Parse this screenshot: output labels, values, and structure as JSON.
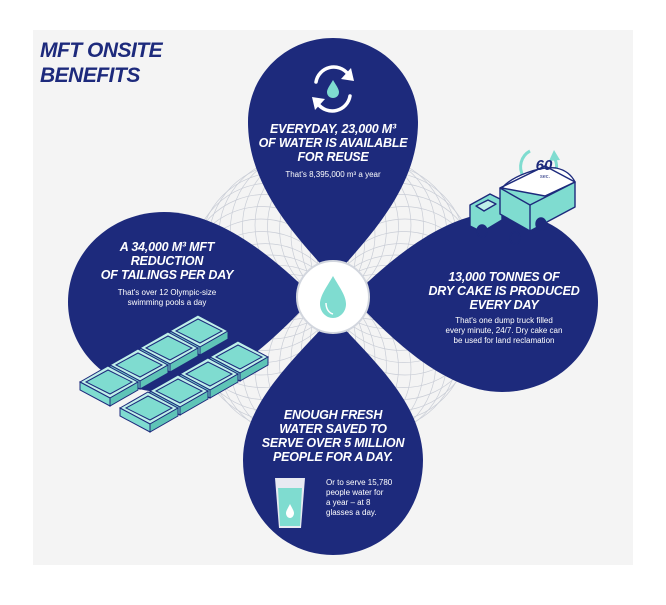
{
  "title": "MFT ONSITE BENEFITS",
  "colors": {
    "navy": "#1d2a7c",
    "teal": "#7fdcd0",
    "light_gray": "#f4f4f4",
    "pattern": "#c9cdd6"
  },
  "badge": {
    "value": "60",
    "unit": "sec."
  },
  "icons": {
    "top": "recycle-water-icon",
    "right": "dump-truck-icon",
    "left": "swimming-pools-icon",
    "bottom": "water-glass-icon",
    "center": "water-drop-icon"
  },
  "petals": {
    "top": {
      "heading": [
        "EVERYDAY, 23,000 M³",
        "OF WATER IS AVAILABLE",
        "FOR REUSE"
      ],
      "sub": [
        "That's 8,395,000 m³ a year"
      ]
    },
    "right": {
      "heading": [
        "13,000 TONNES OF",
        "DRY CAKE IS PRODUCED",
        "EVERY DAY"
      ],
      "sub": [
        "That's one dump truck filled",
        "every minute, 24/7. Dry cake can",
        "be used for land reclamation"
      ]
    },
    "left": {
      "heading": [
        "A 34,000 M³ MFT",
        "REDUCTION",
        "OF TAILINGS PER DAY"
      ],
      "sub": [
        "That's over 12 Olympic-size",
        "swimming pools a day"
      ]
    },
    "bottom": {
      "heading": [
        "ENOUGH FRESH",
        "WATER SAVED TO",
        "SERVE OVER 5 MILLION",
        "PEOPLE FOR A DAY."
      ],
      "sub": [
        "Or to serve 15,780",
        "people water for",
        "a year – at 8",
        "glasses a day."
      ]
    }
  }
}
